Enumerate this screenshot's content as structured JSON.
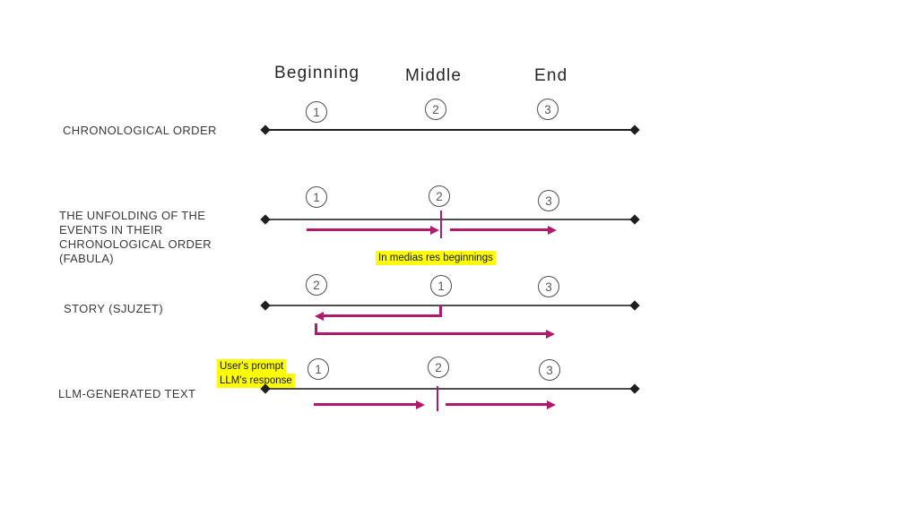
{
  "colors": {
    "accent": "#b01a6b",
    "highlight": "#ffff00",
    "line": "#4d4d4d",
    "line-dark": "#1f1f1f",
    "circle-text": "#595959",
    "text": "#3a3a3a"
  },
  "header": {
    "columns": [
      "Beginning",
      "Middle",
      "End"
    ]
  },
  "rows": [
    {
      "label": "CHRONOLOGICAL ORDER",
      "markers": [
        "1",
        "2",
        "3"
      ]
    },
    {
      "label_lines": [
        "THE UNFOLDING OF THE",
        "EVENTS IN THEIR",
        "CHRONOLOGICAL ORDER",
        "(FABULA)"
      ],
      "markers": [
        "1",
        "2",
        "3"
      ],
      "annotation": "In medias res beginnings"
    },
    {
      "label": "STORY (SJUZET)",
      "markers": [
        "2",
        "1",
        "3"
      ]
    },
    {
      "label": "LLM-GENERATED TEXT",
      "markers": [
        "1",
        "2",
        "3"
      ],
      "annotation_lines": [
        "User's prompt",
        "LLM's response"
      ]
    }
  ]
}
